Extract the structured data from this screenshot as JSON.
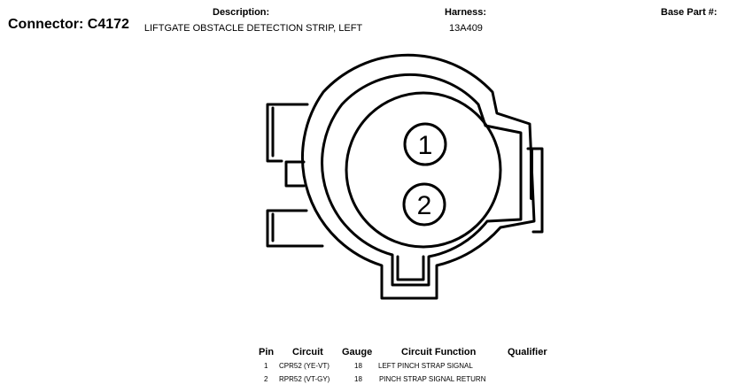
{
  "header": {
    "connector_label": "Connector:",
    "connector_id": "C4172",
    "description_label": "Description:",
    "description_value": "LIFTGATE OBSTACLE DETECTION STRIP, LEFT",
    "harness_label": "Harness:",
    "harness_value": "13A409",
    "base_part_label": "Base Part #:",
    "base_part_value": ""
  },
  "diagram": {
    "pins": [
      {
        "number": "1"
      },
      {
        "number": "2"
      }
    ]
  },
  "table": {
    "headers": [
      "Pin",
      "Circuit",
      "Gauge",
      "Circuit Function",
      "Qualifier"
    ],
    "rows": [
      {
        "pin": "1",
        "circuit": "CPR52 (YE-VT)",
        "gauge": "18",
        "function": "LEFT PINCH STRAP SIGNAL",
        "qualifier": ""
      },
      {
        "pin": "2",
        "circuit": "RPR52 (VT-GY)",
        "gauge": "18",
        "function": "PINCH STRAP SIGNAL RETURN",
        "qualifier": ""
      }
    ]
  }
}
